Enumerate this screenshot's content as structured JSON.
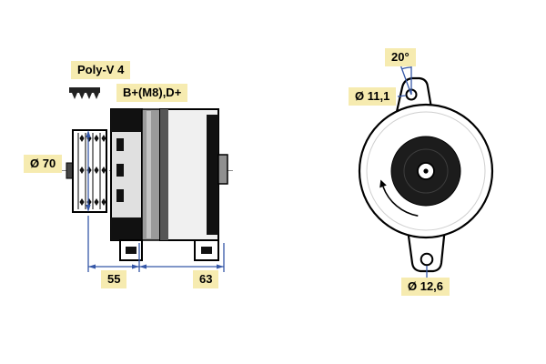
{
  "title": "Alternator technical drawing",
  "colors": {
    "label-bg": "#F6EBB0",
    "dim": "#3557A7",
    "outline": "#000000",
    "pulley-disc": "#1C1C1C"
  },
  "side_view": {
    "belt_label": "Poly-V 4",
    "terminals_label": "B+(M8),D+",
    "pulley_diameter_label": "Ø 70",
    "dim_pulley_center_to_mount": "55",
    "dim_mount_to_rear": "63"
  },
  "front_view": {
    "lug_angle_label": "20°",
    "top_hole_diameter_label": "Ø 11,1",
    "bottom_hole_diameter_label": "Ø 12,6"
  }
}
